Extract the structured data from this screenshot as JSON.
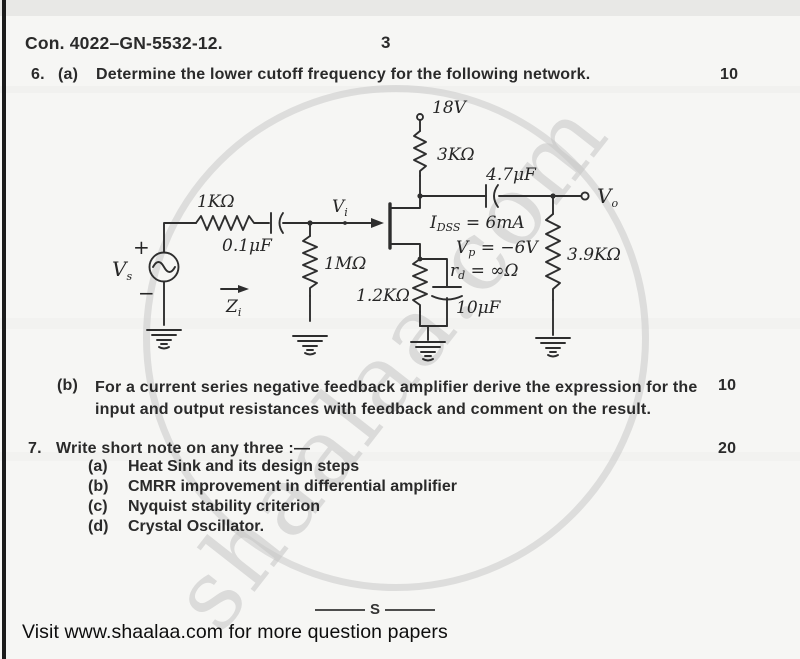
{
  "header": {
    "exam_code": "Con. 4022–GN-5532-12.",
    "page_number": "3"
  },
  "q6a": {
    "number": "6.",
    "part": "(a)",
    "text": "Determine the lower cutoff frequency for the following network.",
    "marks": "10"
  },
  "q6b": {
    "part": "(b)",
    "line1": "For a current series negative feedback amplifier derive the expression for the",
    "line2": "input and output resistances with feedback and comment on the result.",
    "marks": "10"
  },
  "q7": {
    "number": "7.",
    "text_pre": "Write short note on any ",
    "text_bold": "three",
    "text_post": " :—",
    "marks": "20",
    "items": [
      {
        "label": "(a)",
        "text": "Heat Sink and its design steps"
      },
      {
        "label": "(b)",
        "text": "CMRR improvement in differential amplifier"
      },
      {
        "label": "(c)",
        "text": "Nyquist stability criterion"
      },
      {
        "label": "(d)",
        "text": "Crystal Oscillator."
      }
    ]
  },
  "separator": {
    "label": "S"
  },
  "footer": {
    "text": "Visit www.shaalaa.com for more question papers"
  },
  "watermark": {
    "text": "shaalaa.com",
    "circle_color": "#c9c9c9",
    "text_color": "#c6c6c6"
  },
  "circuit": {
    "labels": {
      "supply": "18V",
      "r_drain": "3KΩ",
      "c_out": "4.7μF",
      "vo_base": "V",
      "vo_sub": "o",
      "r_series": "1KΩ",
      "c_in": "0.1μF",
      "vi_base": "V",
      "vi_sub": "i",
      "vs_base": "V",
      "vs_sub": "s",
      "plus": "+",
      "minus": "−",
      "zi_base": "Z",
      "zi_sub": "i",
      "r_gate": "1MΩ",
      "idss_base": "I",
      "idss_sub": "DSS",
      "idss_val": " = 6mA",
      "vp_base": "V",
      "vp_sub": "p",
      "vp_val": " = −6V",
      "rd_base": "r",
      "rd_sub": "d",
      "rd_val": " = ∞Ω",
      "r_load": "3.9KΩ",
      "r_source": "1.2KΩ",
      "c_source": "10μF"
    }
  }
}
